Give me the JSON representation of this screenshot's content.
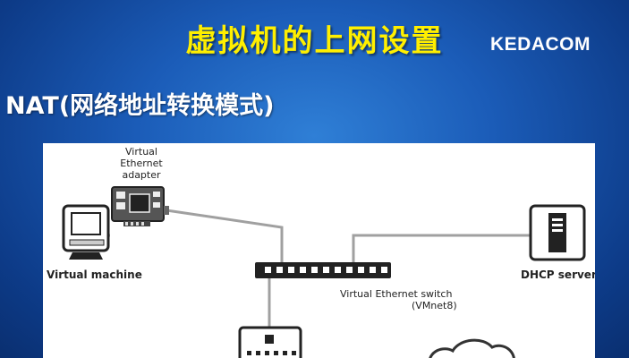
{
  "header": {
    "title": "虚拟机的上网设置",
    "logo": "KEDACOM"
  },
  "subtitle": "NAT(网络地址转换模式)",
  "diagram": {
    "adapter_label": [
      "Virtual",
      "Ethernet",
      "adapter"
    ],
    "vm_label": "Virtual machine",
    "switch_label": "Virtual Ethernet switch",
    "switch_sub": "(VMnet8)",
    "dhcp_label": "DHCP server"
  },
  "colors": {
    "title": "#ffef00",
    "background": "#1b5cb8",
    "line": "#a0a0a0"
  }
}
